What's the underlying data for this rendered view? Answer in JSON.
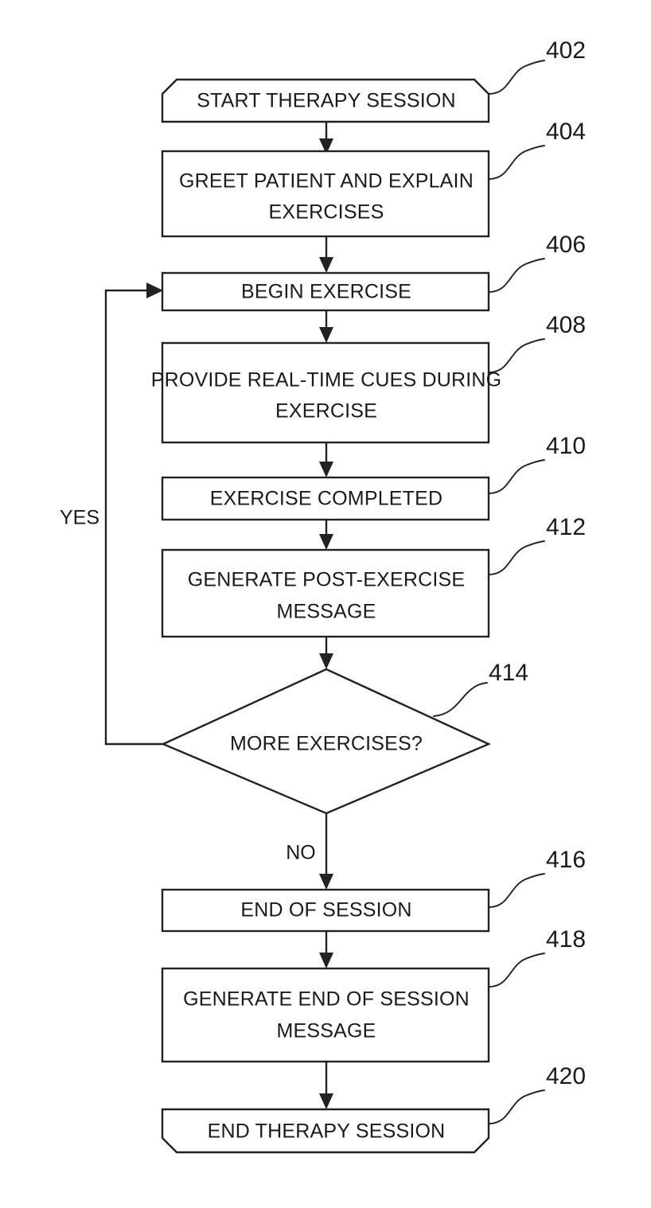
{
  "figure": {
    "background_color": "#ffffff",
    "stroke_color": "#222222",
    "text_color": "#1a1a1a"
  },
  "nodes": [
    {
      "id": "start-therapy-session",
      "shape": "terminator-top-chamfer",
      "ref": "402",
      "lines": [
        "START THERAPY SESSION"
      ]
    },
    {
      "id": "greet-patient",
      "shape": "process",
      "ref": "404",
      "lines": [
        "GREET PATIENT AND EXPLAIN",
        "EXERCISES"
      ]
    },
    {
      "id": "begin-exercise",
      "shape": "process",
      "ref": "406",
      "lines": [
        "BEGIN EXERCISE"
      ]
    },
    {
      "id": "provide-real-time-cues",
      "shape": "process",
      "ref": "408",
      "lines": [
        "PROVIDE REAL-TIME CUES DURING",
        "EXERCISE"
      ]
    },
    {
      "id": "exercise-completed",
      "shape": "process",
      "ref": "410",
      "lines": [
        "EXERCISE COMPLETED"
      ]
    },
    {
      "id": "generate-post-exercise-message",
      "shape": "process",
      "ref": "412",
      "lines": [
        "GENERATE POST-EXERCISE",
        "MESSAGE"
      ]
    },
    {
      "id": "more-exercises-decision",
      "shape": "decision",
      "ref": "414",
      "lines": [
        "MORE EXERCISES?"
      ]
    },
    {
      "id": "end-of-session",
      "shape": "process",
      "ref": "416",
      "lines": [
        "END OF SESSION"
      ]
    },
    {
      "id": "generate-end-of-session-message",
      "shape": "process",
      "ref": "418",
      "lines": [
        "GENERATE END OF SESSION",
        "MESSAGE"
      ]
    },
    {
      "id": "end-therapy-session",
      "shape": "terminator-bottom-chamfer",
      "ref": "420",
      "lines": [
        "END THERAPY SESSION"
      ]
    }
  ],
  "edge_labels": {
    "yes": "YES",
    "no": "NO"
  },
  "reference_numerals": {
    "r402": "402",
    "r404": "404",
    "r406": "406",
    "r408": "408",
    "r410": "410",
    "r412": "412",
    "r414": "414",
    "r416": "416",
    "r418": "418",
    "r420": "420"
  },
  "node_text": {
    "start_l1": "START THERAPY SESSION",
    "greet_l1": "GREET PATIENT AND EXPLAIN",
    "greet_l2": "EXERCISES",
    "begin_l1": "BEGIN EXERCISE",
    "cues_l1": "PROVIDE REAL-TIME CUES DURING",
    "cues_l2": "EXERCISE",
    "completed_l1": "EXERCISE COMPLETED",
    "post_l1": "GENERATE POST-EXERCISE",
    "post_l2": "MESSAGE",
    "decision_l1": "MORE EXERCISES?",
    "endsession_l1": "END OF SESSION",
    "endmsg_l1": "GENERATE END OF SESSION",
    "endmsg_l2": "MESSAGE",
    "endtherapy_l1": "END THERAPY SESSION"
  }
}
